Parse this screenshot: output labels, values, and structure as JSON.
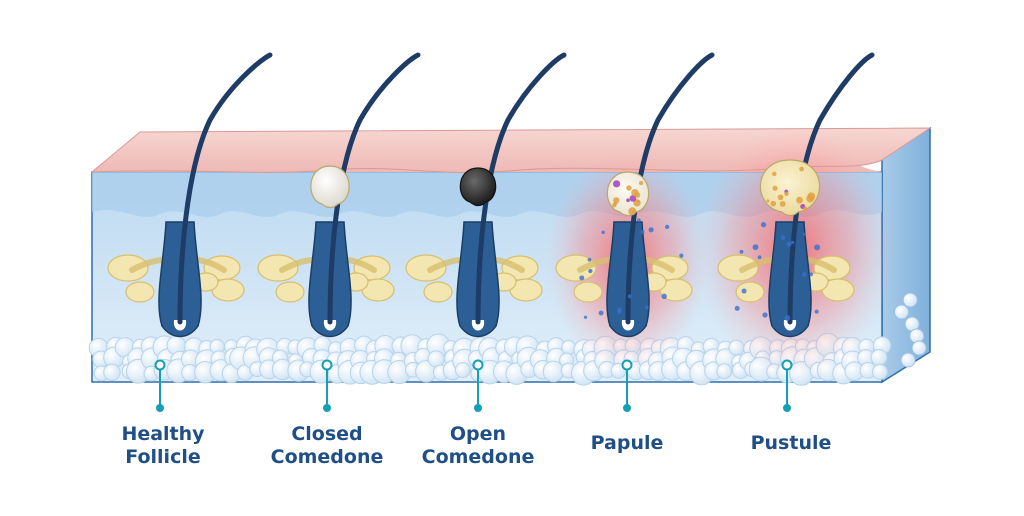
{
  "colors": {
    "epidermis_top": "#f3c7c4",
    "dermis": "#cfe5f6",
    "border": "#2f6fae",
    "hair": "#1e3c66",
    "sebum": "#f1e2a8",
    "inflammation": "#ef4a4a",
    "connector": "#14a0b4",
    "label": "#1f4f86"
  },
  "stages": [
    {
      "line1": "Healthy",
      "line2": "Follicle",
      "icon": "healthy-follicle-icon"
    },
    {
      "line1": "Closed",
      "line2": "Comedone",
      "icon": "whitehead-icon"
    },
    {
      "line1": "Open",
      "line2": "Comedone",
      "icon": "blackhead-icon"
    },
    {
      "line1": "Papule",
      "line2": "",
      "icon": "inflamed-papule-icon"
    },
    {
      "line1": "Pustule",
      "line2": "",
      "icon": "pus-filled-pustule-icon"
    }
  ]
}
